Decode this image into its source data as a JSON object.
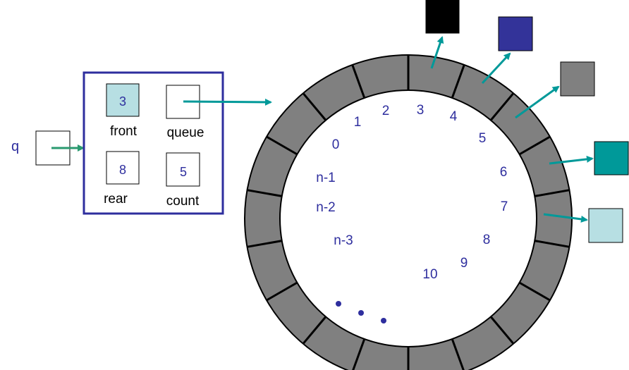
{
  "colors": {
    "struct_border": "#2e2e9e",
    "front_fill": "#b7dfe3",
    "ring_fill": "#808080",
    "arrow_teal": "#009999",
    "arrow_green": "#2a9a70",
    "label_blue": "#2e2e9e"
  },
  "pointer": {
    "label": "q"
  },
  "struct": {
    "front": {
      "value": "3",
      "label": "front"
    },
    "queue": {
      "label": "queue"
    },
    "rear": {
      "value": "8",
      "label": "rear"
    },
    "count": {
      "value": "5",
      "label": "count"
    }
  },
  "ring": {
    "indices": [
      "0",
      "1",
      "2",
      "3",
      "4",
      "5",
      "6",
      "7",
      "8",
      "9",
      "10",
      "n-1",
      "n-2",
      "n-3"
    ],
    "ellipsis": "• • •"
  },
  "items": [
    {
      "name": "item-black",
      "color": "#000000"
    },
    {
      "name": "item-navy",
      "color": "#333399"
    },
    {
      "name": "item-gray",
      "color": "#808080"
    },
    {
      "name": "item-teal",
      "color": "#009999"
    },
    {
      "name": "item-lightblue",
      "color": "#b7dfe3"
    }
  ]
}
